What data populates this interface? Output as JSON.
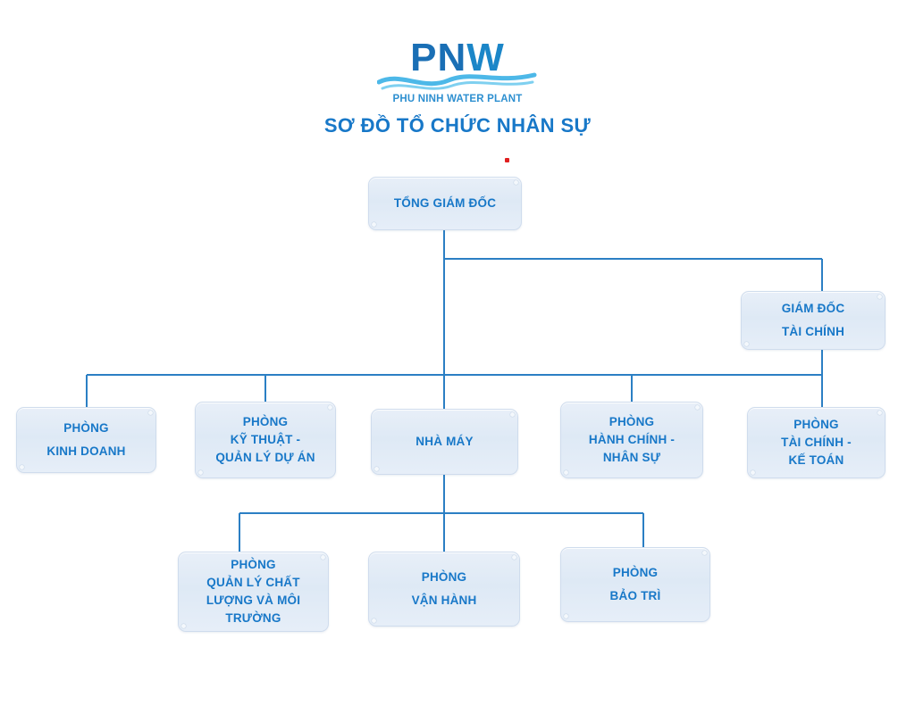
{
  "logo": {
    "mark_pn": "PN",
    "mark_w": "W",
    "subtitle": "PHU NINH WATER PLANT",
    "wave_icon": "water-wave-icon"
  },
  "title": "SƠ ĐỒ TỔ CHỨC NHÂN SỰ",
  "colors": {
    "brand_blue": "#1878c8",
    "logo_blue": "#1a6fb5",
    "wave_blue": "#4db8e8",
    "node_fill": "#e2ebf6",
    "node_border": "#cfdced",
    "connector": "#2b7fc4",
    "marker_red": "#e02020"
  },
  "chart_data": {
    "type": "diagram",
    "title": "SƠ ĐỒ TỔ CHỨC NHÂN SỰ",
    "nodes": [
      {
        "id": "ceo",
        "label": "TỔNG GIÁM ĐỐC",
        "level": 0
      },
      {
        "id": "cfo",
        "label": "GIÁM ĐỐC\nTÀI CHÍNH",
        "level": 1
      },
      {
        "id": "sales",
        "label": "PHÒNG\nKINH DOANH",
        "level": 2
      },
      {
        "id": "tech",
        "label": "PHÒNG\nKỸ THUẬT -\nQUẢN LÝ DỰ ÁN",
        "level": 2
      },
      {
        "id": "plant",
        "label": "NHÀ MÁY",
        "level": 2
      },
      {
        "id": "admin",
        "label": "PHÒNG\nHÀNH CHÍNH -\nNHÂN SỰ",
        "level": 2
      },
      {
        "id": "finance",
        "label": "PHÒNG\nTÀI CHÍNH -\nKẾ TOÁN",
        "level": 2
      },
      {
        "id": "quality",
        "label": "PHÒNG\nQUẢN LÝ CHẤT\nLƯỢNG VÀ MÔI\nTRƯỜNG",
        "level": 3
      },
      {
        "id": "operations",
        "label": "PHÒNG\nVẬN HÀNH",
        "level": 3
      },
      {
        "id": "maintenance",
        "label": "PHÒNG\nBẢO TRÌ",
        "level": 3
      }
    ],
    "edges": [
      {
        "from": "ceo",
        "to": "cfo"
      },
      {
        "from": "ceo",
        "to": "sales"
      },
      {
        "from": "ceo",
        "to": "tech"
      },
      {
        "from": "ceo",
        "to": "plant"
      },
      {
        "from": "ceo",
        "to": "admin"
      },
      {
        "from": "ceo",
        "to": "finance"
      },
      {
        "from": "cfo",
        "to": "finance"
      },
      {
        "from": "plant",
        "to": "quality"
      },
      {
        "from": "plant",
        "to": "operations"
      },
      {
        "from": "plant",
        "to": "maintenance"
      }
    ]
  },
  "nodes": {
    "ceo": {
      "label": "TỔNG GIÁM ĐỐC"
    },
    "cfo": {
      "label": "GIÁM ĐỐC\nTÀI CHÍNH"
    },
    "sales": {
      "label": "PHÒNG\nKINH DOANH"
    },
    "tech": {
      "label": "PHÒNG\nKỸ THUẬT -\nQUẢN LÝ DỰ ÁN"
    },
    "plant": {
      "label": "NHÀ MÁY"
    },
    "admin": {
      "label": "PHÒNG\nHÀNH CHÍNH -\nNHÂN SỰ"
    },
    "finance": {
      "label": "PHÒNG\nTÀI CHÍNH -\nKẾ TOÁN"
    },
    "quality": {
      "label": "PHÒNG\nQUẢN LÝ CHẤT\nLƯỢNG VÀ MÔI\nTRƯỜNG"
    },
    "operations": {
      "label": "PHÒNG\nVẬN HÀNH"
    },
    "maintenance": {
      "label": "PHÒNG\nBẢO TRÌ"
    }
  }
}
